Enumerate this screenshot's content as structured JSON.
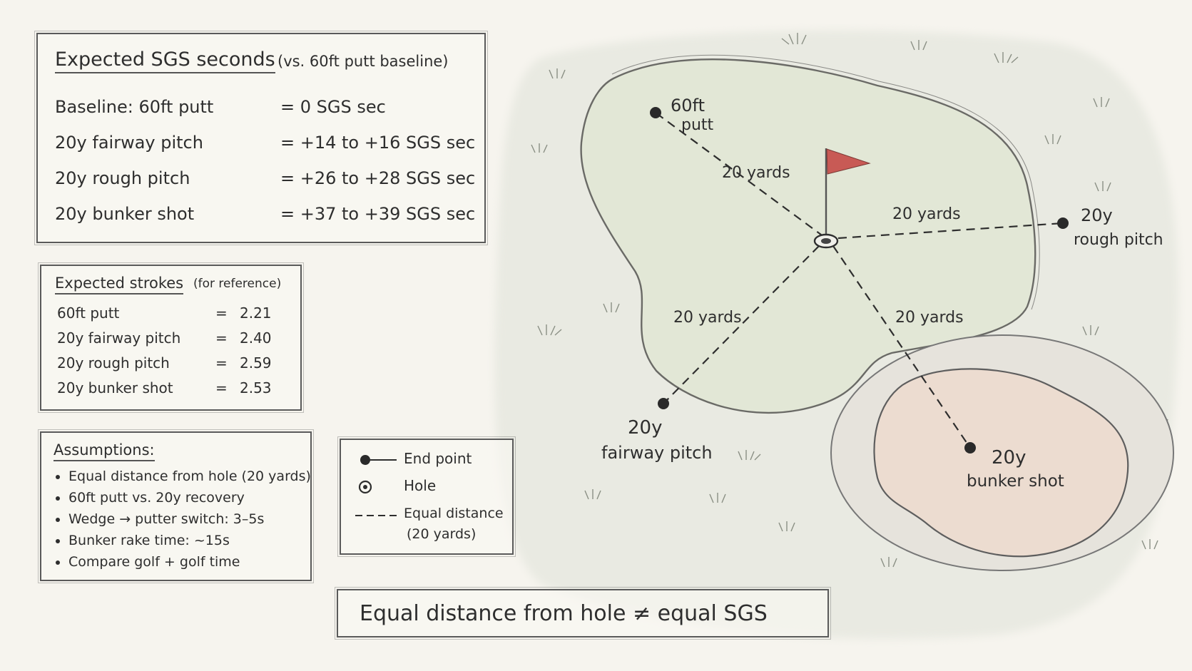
{
  "sgs_box": {
    "title": "Expected SGS seconds",
    "subtitle": "(vs. 60ft putt baseline)",
    "rows": [
      {
        "label": "Baseline: 60ft putt",
        "value": "= 0 SGS sec"
      },
      {
        "label": "20y fairway pitch",
        "value": "= +14 to +16 SGS sec"
      },
      {
        "label": "20y rough pitch",
        "value": "= +26 to +28 SGS sec"
      },
      {
        "label": "20y bunker shot",
        "value": "= +37 to +39 SGS sec"
      }
    ]
  },
  "strokes_box": {
    "title": "Expected strokes",
    "subtitle": "(for reference)",
    "rows": [
      {
        "label": "60ft putt",
        "eq": "=",
        "value": "2.21"
      },
      {
        "label": "20y fairway pitch",
        "eq": "=",
        "value": "2.40"
      },
      {
        "label": "20y rough pitch",
        "eq": "=",
        "value": "2.59"
      },
      {
        "label": "20y bunker shot",
        "eq": "=",
        "value": "2.53"
      }
    ]
  },
  "assumptions_box": {
    "title": "Assumptions:",
    "items": [
      "Equal distance from hole (20 yards)",
      "60ft putt vs. 20y recovery",
      "Wedge → putter switch: 3–5s",
      "Bunker rake time: ~15s",
      "Compare golf + golf time"
    ]
  },
  "legend": {
    "end_point": "End point",
    "hole": "Hole",
    "equal_distance_line1": "Equal distance",
    "equal_distance_line2": "(20 yards)"
  },
  "conclusion": "Equal distance from hole ≠ equal SGS",
  "diagram": {
    "distance_label": "20 yards",
    "points": {
      "putt": [
        "60ft",
        "putt"
      ],
      "rough": [
        "20y",
        "rough pitch"
      ],
      "fairway": [
        "20y",
        "fairway pitch"
      ],
      "bunker": [
        "20y",
        "bunker shot"
      ]
    }
  },
  "colors": {
    "green": "#e2e7d6",
    "sand": "#ecdcd0",
    "rough": "#e9eae2",
    "flag": "#c85a55",
    "ink": "#2e2e2e"
  }
}
